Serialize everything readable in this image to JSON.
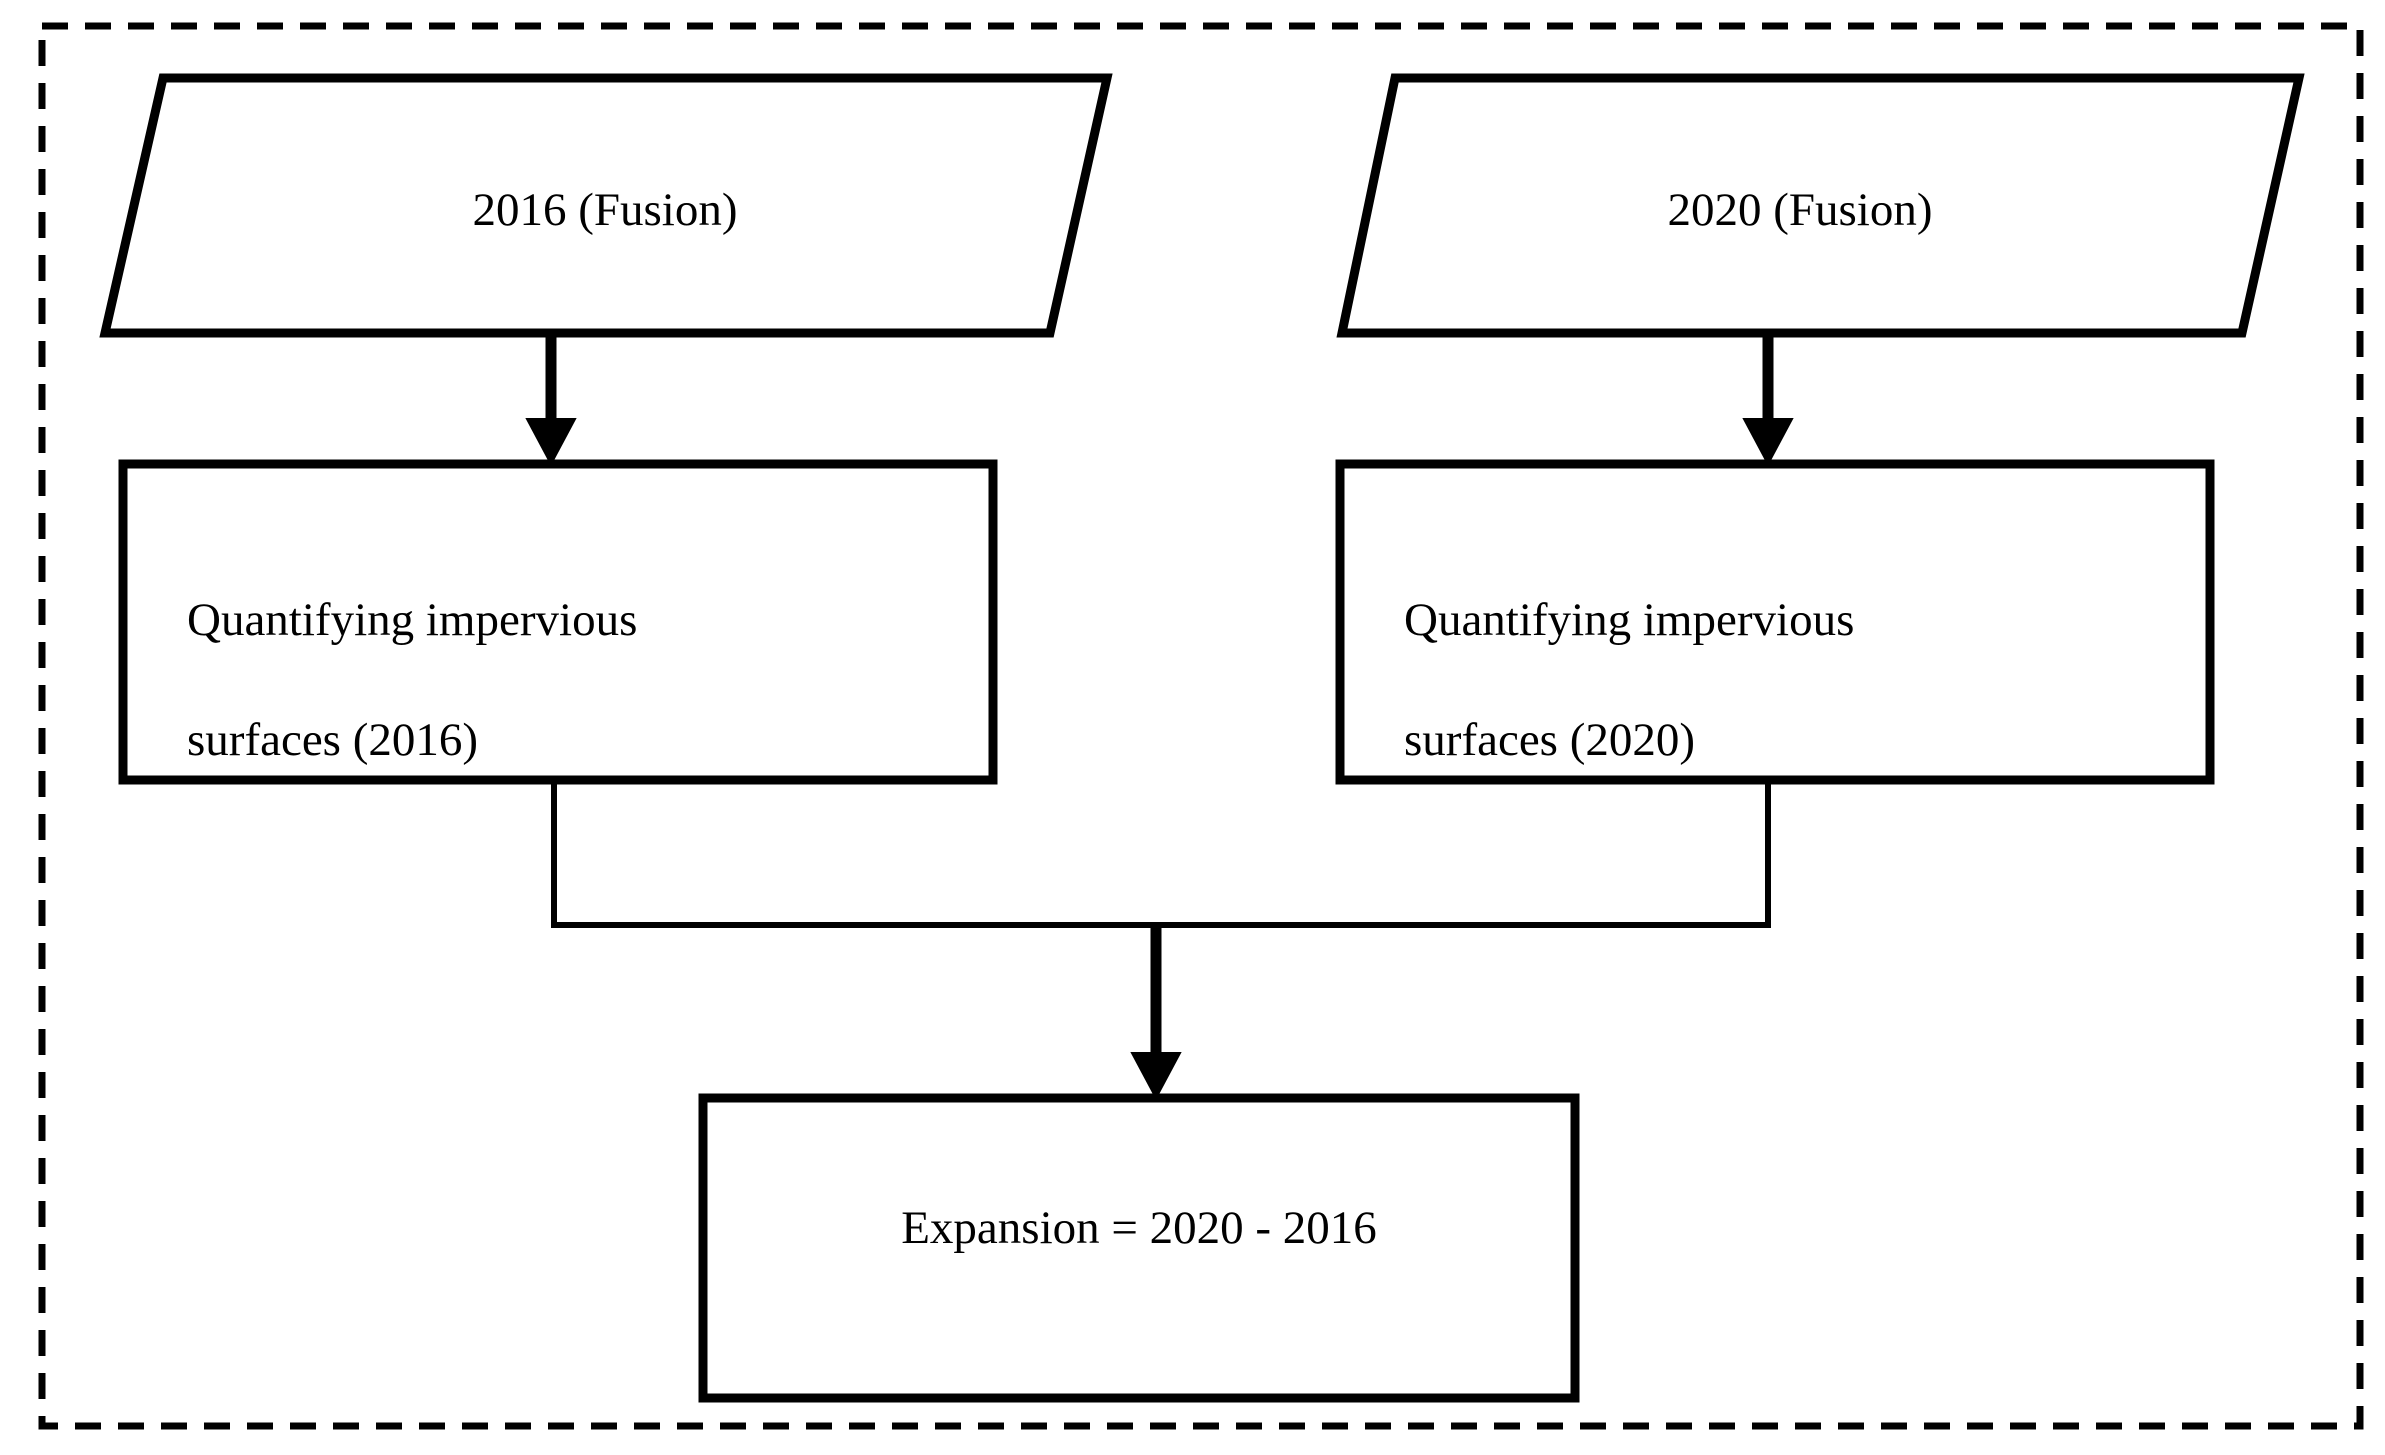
{
  "diagram": {
    "title_present": false,
    "container": {
      "name": "dashed-boundary",
      "style": "dashed",
      "color": "#000000"
    },
    "nodes": [
      {
        "id": "input-2016",
        "shape": "parallelogram",
        "label": "2016 (Fusion)",
        "role": "data-input"
      },
      {
        "id": "input-2020",
        "shape": "parallelogram",
        "label": "2020 (Fusion)",
        "role": "data-input"
      },
      {
        "id": "process-2016",
        "shape": "rectangle",
        "label": "Quantifying impervious\nsurfaces (2016)",
        "line1": "Quantifying impervious",
        "line2": "surfaces (2016)",
        "role": "process"
      },
      {
        "id": "process-2020",
        "shape": "rectangle",
        "label": "Quantifying impervious\nsurfaces (2020)",
        "line1": "Quantifying impervious",
        "line2": "surfaces (2020)",
        "role": "process"
      },
      {
        "id": "result-expansion",
        "shape": "rectangle",
        "label": "Expansion = 2020 - 2016",
        "role": "result"
      }
    ],
    "edges": [
      {
        "from": "input-2016",
        "to": "process-2016",
        "arrow": "down"
      },
      {
        "from": "input-2020",
        "to": "process-2020",
        "arrow": "down"
      },
      {
        "from": "process-2016",
        "to": "result-expansion",
        "arrow": "merge-down"
      },
      {
        "from": "process-2020",
        "to": "result-expansion",
        "arrow": "merge-down"
      }
    ],
    "colors": {
      "stroke": "#000000",
      "fill": "#ffffff",
      "text": "#000000"
    }
  }
}
